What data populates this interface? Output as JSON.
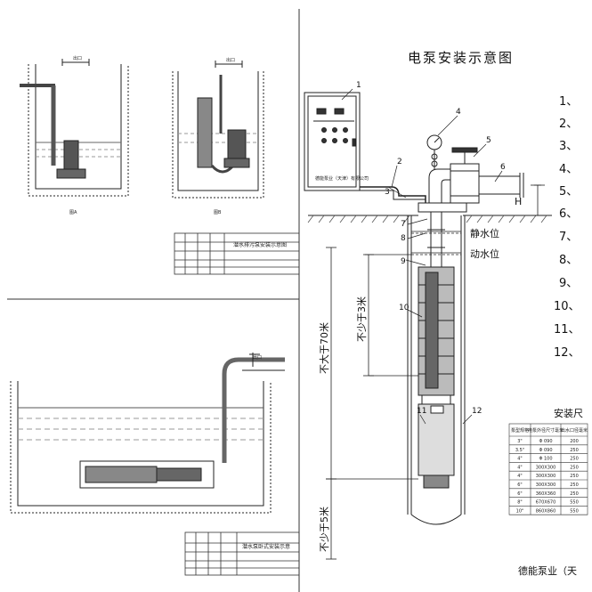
{
  "main_title": "电泵安装示意图",
  "water_levels": {
    "static": "静水位",
    "dynamic": "动水位"
  },
  "dimensions": {
    "max_depth": "不大于70米",
    "min_submersion": "不少于3米",
    "min_bottom_clearance": "不少于5米",
    "h_label": "H"
  },
  "callouts": [
    "1",
    "2",
    "3",
    "4",
    "5",
    "6",
    "7",
    "8",
    "9",
    "10",
    "11",
    "12"
  ],
  "legend_numbers": [
    "1、",
    "2、",
    "3、",
    "4、",
    "5、",
    "6、",
    "7、",
    "8、",
    "9、",
    "10、",
    "11、",
    "12、"
  ],
  "install_table": {
    "title": "安装尺",
    "headers": [
      "泵型规格",
      "电泵外径尺寸毫米",
      "出水口径毫米"
    ],
    "rows": [
      [
        "3\"",
        "Φ 090",
        "200"
      ],
      [
        "3.5\"",
        "Φ 090",
        "250"
      ],
      [
        "4\"",
        "Φ 100",
        "250"
      ],
      [
        "4\"",
        "300X300",
        "250"
      ],
      [
        "4\"",
        "300X300",
        "250"
      ],
      [
        "6\"",
        "300X300",
        "250"
      ],
      [
        "6\"",
        "360X360",
        "250"
      ],
      [
        "8\"",
        "670X670",
        "550"
      ],
      [
        "10\"",
        "860X860",
        "550"
      ]
    ]
  },
  "company": "德能泵业（天",
  "control_cabinet_label": "德能泵业（天津）有限公司",
  "sheet_tl": {
    "title": "潜水排污泵安装示意图",
    "fig_a": "图A",
    "fig_b": "图B",
    "dim": "出口"
  },
  "sheet_bl": {
    "title": "潜水泵卧式安装示意",
    "dim": "出口"
  }
}
